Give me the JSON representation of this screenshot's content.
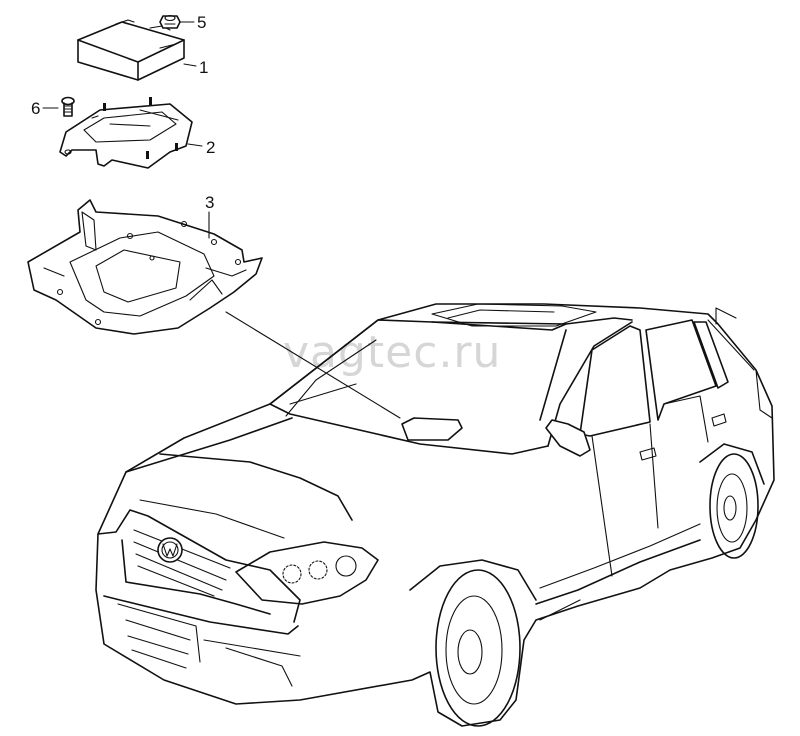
{
  "diagram": {
    "callouts": [
      "5",
      "1",
      "6",
      "2",
      "3"
    ],
    "watermark": "vagtec.ru"
  }
}
